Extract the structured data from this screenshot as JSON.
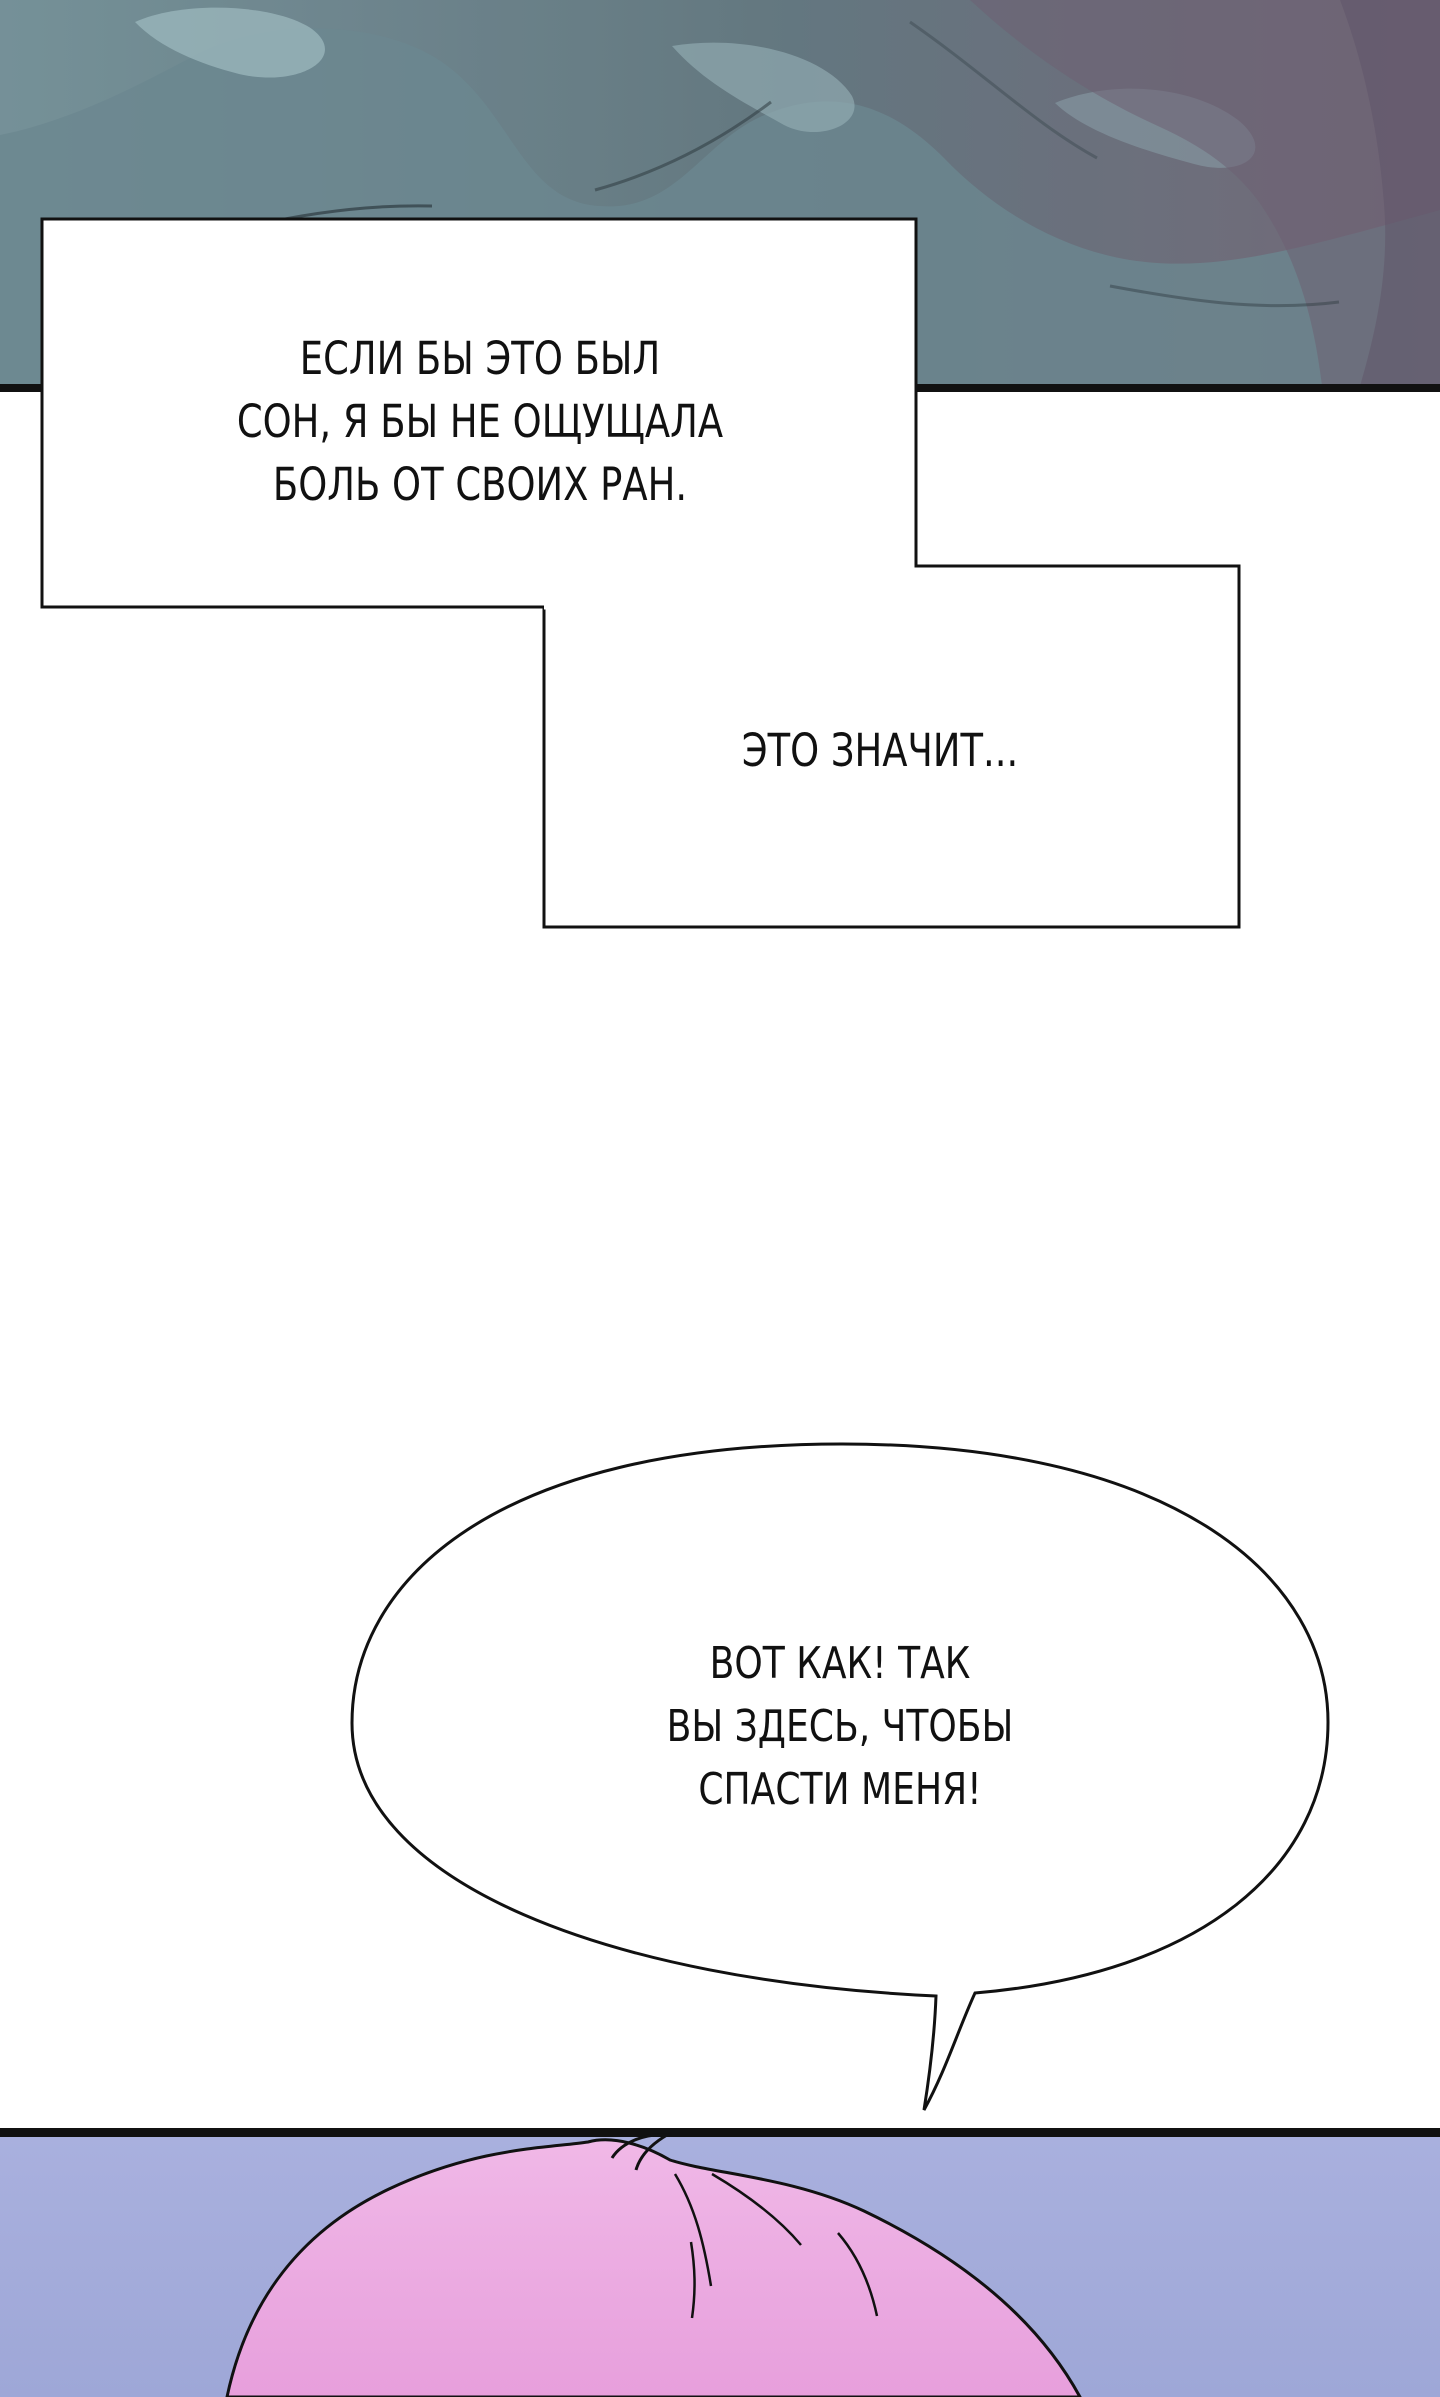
{
  "comic": {
    "caption_box_1": {
      "text": "ЕСЛИ БЫ ЭТО БЫЛ\nСОН, Я БЫ НЕ ОЩУЩАЛА\nБОЛЬ ОТ СВОИХ РАН."
    },
    "caption_box_2": {
      "text": "ЭТО ЗНАЧИТ..."
    },
    "speech_bubble": {
      "text": "ВОТ КАК! ТАК\nВЫ ЗДЕСЬ, ЧТОБЫ\nСПАСТИ МЕНЯ!"
    }
  },
  "colors": {
    "top_panel_base": "#7f949c",
    "top_panel_dark": "#4f5d65",
    "bottom_panel_bg": "#a8b0de",
    "hair_pink": "#eab0e4",
    "outline": "#1b1b1b"
  }
}
